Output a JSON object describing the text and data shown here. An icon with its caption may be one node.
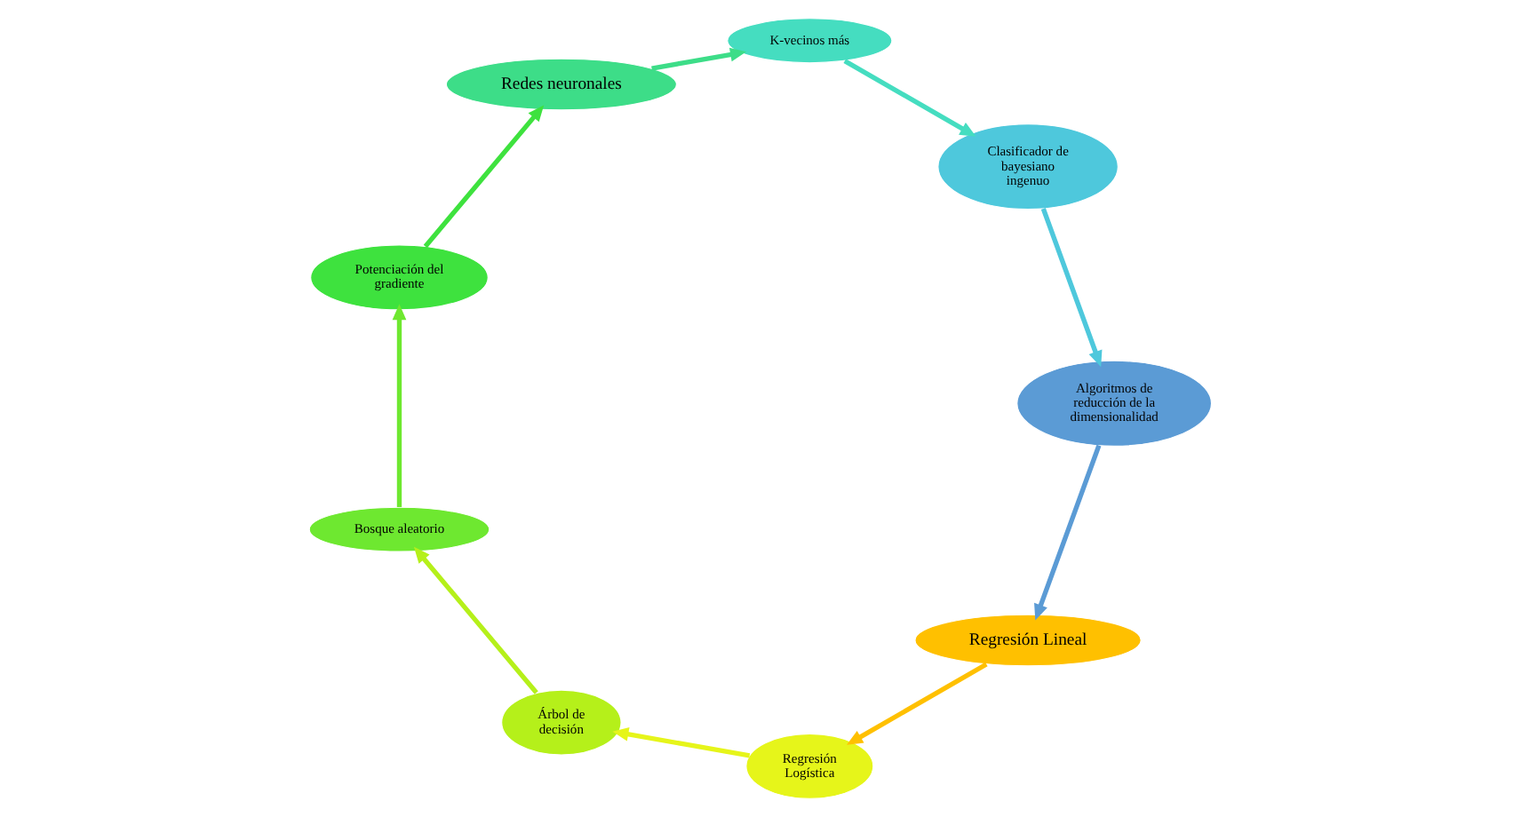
{
  "diagram": {
    "nodes": [
      {
        "text": [
          "Regresión Lineal"
        ]
      },
      {
        "text": [
          "Regresión Logística"
        ]
      },
      {
        "text": [
          "Árbol de decisión"
        ]
      },
      {
        "text": [
          "Bosque aleatorio"
        ]
      },
      {
        "text": [
          "Potenciación del gradiente"
        ]
      },
      {
        "text": [
          "Redes neuronales"
        ]
      },
      {
        "text": [
          "K-vecinos más"
        ]
      },
      {
        "text": [
          "Clasificador de bayesiano ingenuo"
        ]
      },
      {
        "text": [
          "Algoritmos de reducción de la dimensionalidad"
        ]
      }
    ],
    "edges": [
      {
        "from": 0,
        "to": 1,
        "arrow": "to",
        "color": "#ffc000"
      },
      {
        "from": 1,
        "to": 2,
        "arrow": "to",
        "color": "#e6f51a"
      },
      {
        "from": 2,
        "to": 3,
        "arrow": "to",
        "color": "#b5f01a"
      },
      {
        "from": 3,
        "to": 4,
        "arrow": "to",
        "color": "#6ee830"
      },
      {
        "from": 4,
        "to": 5,
        "arrow": "to",
        "color": "#3ee23e"
      },
      {
        "from": 5,
        "to": 6,
        "arrow": "to",
        "color": "#3ddd88"
      },
      {
        "from": 6,
        "to": 7,
        "arrow": "to",
        "color": "#45ddc0"
      },
      {
        "from": 7,
        "to": 8,
        "arrow": "to",
        "color": "#4ec8dc"
      },
      {
        "from": 8,
        "to": 0,
        "arrow": "to",
        "color": "#5b9bd5"
      }
    ]
  }
}
